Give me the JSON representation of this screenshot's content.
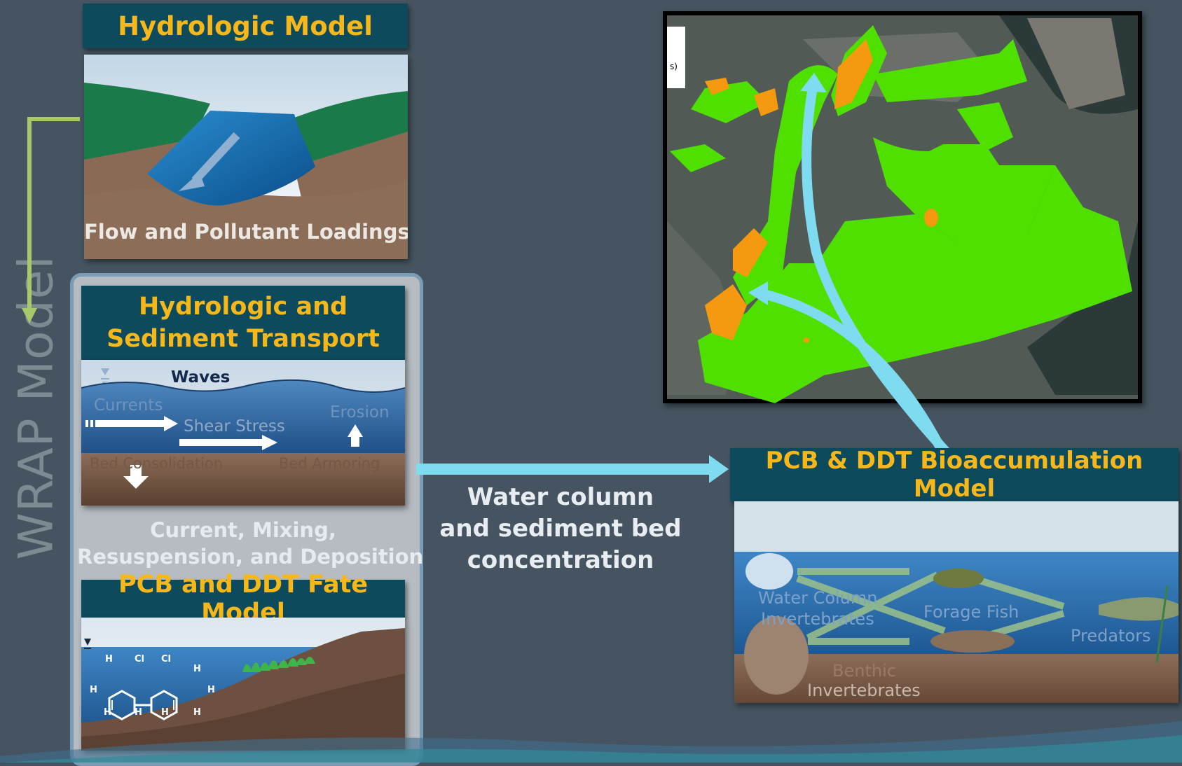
{
  "side_label": "WRAP Model",
  "hydrologic": {
    "title": "Hydrologic Model",
    "caption": "Flow and Pollutant Loadings"
  },
  "transport": {
    "title_line1": "Hydrologic and",
    "title_line2": "Sediment Transport",
    "waves": "Waves",
    "currents": "Currents",
    "shear": "Shear Stress",
    "erosion": "Erosion",
    "bed_consolidation": "Bed Consolidation",
    "bed_armoring": "Bed Armoring",
    "summary_line1": "Current, Mixing,",
    "summary_line2": "Resuspension, and Deposition"
  },
  "fate": {
    "title": "PCB and DDT Fate Model",
    "atoms": {
      "h": "H",
      "cl": "Cl"
    }
  },
  "connector": {
    "line1": "Water column",
    "line2": "and sediment bed",
    "line3": "concentration"
  },
  "bio": {
    "title": "PCB & DDT Bioaccumulation Model",
    "water_column_inv_1": "Water Column",
    "water_column_inv_2": "Invertebrates",
    "forage_fish": "Forage Fish",
    "predators": "Predators",
    "benthic_1": "Benthic",
    "benthic_2": "Invertebrates"
  },
  "map": {
    "legend_fragment": "s)"
  },
  "colors": {
    "background": "#455460",
    "header_bg": "#0d4a5c",
    "header_text": "#f5b71a",
    "connector": "#7fdcf0",
    "wrap_arrow": "#a8c96a",
    "green_area": "#4fe000",
    "orange_area": "#f59a10"
  }
}
